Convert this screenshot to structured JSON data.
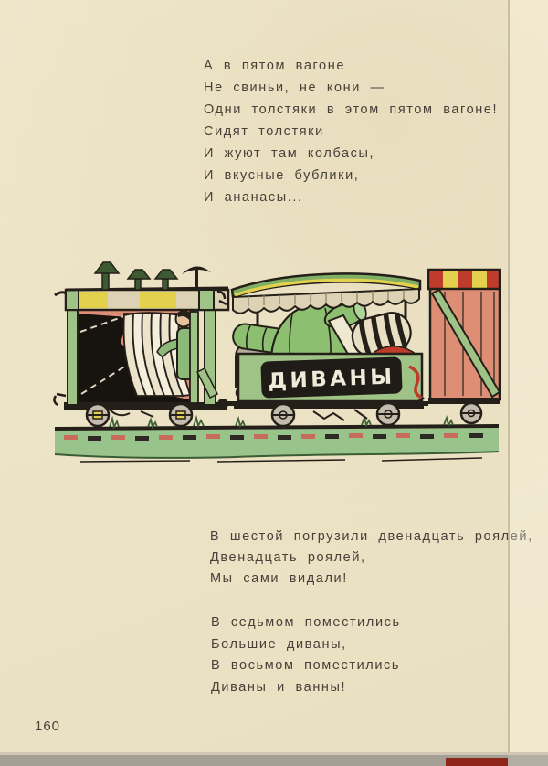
{
  "page": {
    "number": "160"
  },
  "poem": {
    "stanza_top": {
      "lines": [
        "А в пятом вагоне",
        "Не свиньи, не кони —",
        "Одни толстяки в этом пятом вагоне!",
        "Сидят толстяки",
        "И жуют там колбасы,",
        "И вкусные бублики,",
        "И ананасы..."
      ]
    },
    "stanza_middle": {
      "lines": [
        "В шестой погрузили двенадцать роялей,",
        "Двенадцать роялей,",
        "Мы сами видали!"
      ]
    },
    "stanza_bottom": {
      "lines": [
        "В седьмом поместились",
        "Большие диваны,",
        "В восьмом поместились",
        "Диваны и ванны!"
      ]
    }
  },
  "illustration": {
    "sign_text": "ДИВАНЫ"
  },
  "colors": {
    "paper": "#ece3c6",
    "ink_text": "#47413a",
    "outline_ink": "#241f18",
    "wagon_green": "#9fc387",
    "canopy_green": "#7fae65",
    "figure_green": "#8cb878",
    "sofa_green": "#8cc070",
    "ground_green": "#98c48c",
    "boxcar_salmon": "#dd8e74",
    "accent_yellow": "#e3d14e",
    "accent_red": "#bf3c2c",
    "fringe_cream": "#ddd2b4",
    "sofa_gray": "#b5ab9b",
    "interior_black": "#17130f",
    "scan_strip": "#a5a096",
    "book_edge_red": "#8e261c"
  }
}
